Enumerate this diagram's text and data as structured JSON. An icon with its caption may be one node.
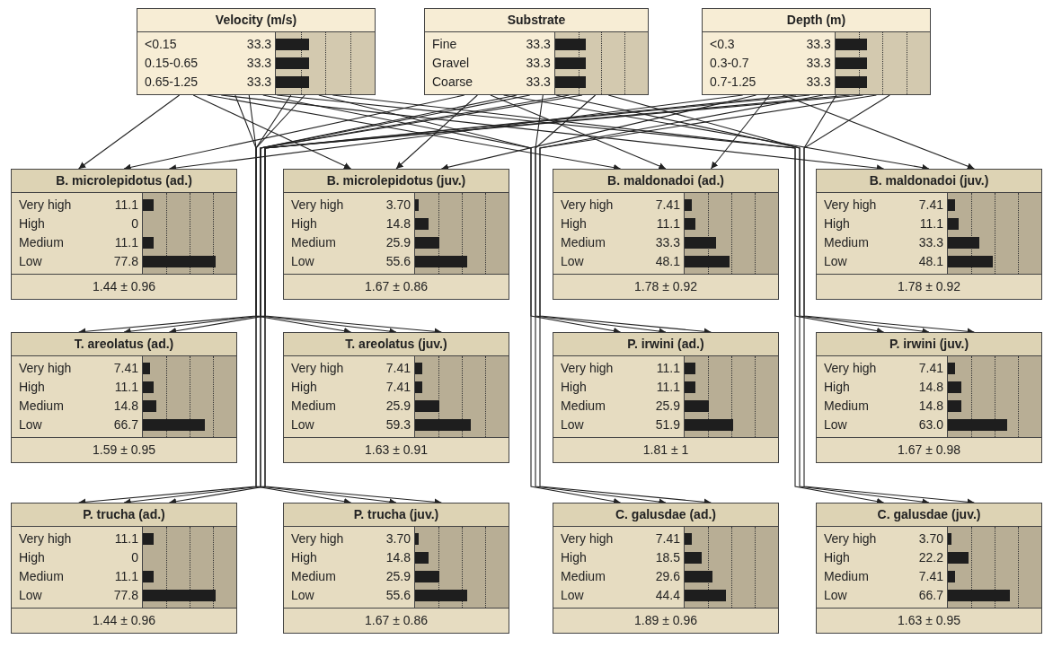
{
  "diagram": {
    "nodes": [
      {
        "text": [
          "Velocity (m/s)",
          "<0.15",
          "33.3",
          "0.15-0.65",
          "33.3",
          "0.65-1.25",
          "33.3"
        ]
      },
      {
        "text": [
          "Substrate",
          "Fine",
          "33.3",
          "Gravel",
          "33.3",
          "Coarse",
          "33.3"
        ]
      },
      {
        "text": [
          "Depth (m)",
          "<0.3",
          "33.3",
          "0.3-0.7",
          "33.3",
          "0.7-1.25",
          "33.3"
        ]
      },
      {
        "text": [
          "B. microlepidotus (ad.)",
          "Very high",
          "11.1",
          "High",
          "0",
          "Medium",
          "11.1",
          "Low",
          "77.8",
          "1.44 ± 0.96"
        ]
      },
      {
        "text": [
          "B. microlepidotus (juv.)",
          "Very high",
          "3.70",
          "High",
          "14.8",
          "Medium",
          "25.9",
          "Low",
          "55.6",
          "1.67 ± 0.86"
        ]
      },
      {
        "text": [
          "B. maldonadoi (ad.)",
          "Very high",
          "7.41",
          "High",
          "11.1",
          "Medium",
          "33.3",
          "Low",
          "48.1",
          "1.78 ± 0.92"
        ]
      },
      {
        "text": [
          "B. maldonadoi (juv.)",
          "Very high",
          "7.41",
          "High",
          "11.1",
          "Medium",
          "33.3",
          "Low",
          "48.1",
          "1.78 ± 0.92"
        ]
      },
      {
        "text": [
          "T. areolatus (ad.)",
          "Very high",
          "7.41",
          "High",
          "11.1",
          "Medium",
          "14.8",
          "Low",
          "66.7",
          "1.59 ± 0.95"
        ]
      },
      {
        "text": [
          "T. areolatus (juv.)",
          "Very high",
          "7.41",
          "High",
          "7.41",
          "Medium",
          "25.9",
          "Low",
          "59.3",
          "1.63 ± 0.91"
        ]
      },
      {
        "text": [
          "P. irwini (ad.)",
          "Very high",
          "11.1",
          "High",
          "11.1",
          "Medium",
          "25.9",
          "Low",
          "51.9",
          "1.81 ± 1"
        ]
      },
      {
        "text": [
          "P. irwini (juv.)",
          "Very high",
          "7.41",
          "High",
          "14.8",
          "Medium",
          "14.8",
          "Low",
          "63.0",
          "1.67 ± 0.98"
        ]
      },
      {
        "text": [
          "P. trucha (ad.)",
          "Very high",
          "11.1",
          "High",
          "0",
          "Medium",
          "11.1",
          "Low",
          "77.8",
          "1.44 ± 0.96"
        ]
      },
      {
        "text": [
          "P. trucha (juv.)",
          "Very high",
          "3.70",
          "High",
          "14.8",
          "Medium",
          "25.9",
          "Low",
          "55.6",
          "1.67 ± 0.86"
        ]
      },
      {
        "text": [
          "C. galusdae (ad.)",
          "Very high",
          "7.41",
          "High",
          "18.5",
          "Medium",
          "29.6",
          "Low",
          "44.4",
          "1.89 ± 0.96"
        ]
      },
      {
        "text": [
          "C. galusdae (juv.)",
          "Very high",
          "3.70",
          "High",
          "22.2",
          "Medium",
          "7.41",
          "Low",
          "66.7",
          "1.63 ± 0.95"
        ]
      }
    ],
    "edges": [
      {
        "from": 0,
        "to": 3,
        "arrow": "to"
      },
      {
        "from": 1,
        "to": 3,
        "arrow": "to"
      },
      {
        "from": 2,
        "to": 3,
        "arrow": "to"
      },
      {
        "from": 0,
        "to": 4,
        "arrow": "to"
      },
      {
        "from": 1,
        "to": 4,
        "arrow": "to"
      },
      {
        "from": 2,
        "to": 4,
        "arrow": "to"
      },
      {
        "from": 0,
        "to": 5,
        "arrow": "to"
      },
      {
        "from": 1,
        "to": 5,
        "arrow": "to"
      },
      {
        "from": 2,
        "to": 5,
        "arrow": "to"
      },
      {
        "from": 0,
        "to": 6,
        "arrow": "to"
      },
      {
        "from": 1,
        "to": 6,
        "arrow": "to"
      },
      {
        "from": 2,
        "to": 6,
        "arrow": "to"
      },
      {
        "from": 0,
        "to": 7,
        "arrow": "to"
      },
      {
        "from": 1,
        "to": 7,
        "arrow": "to"
      },
      {
        "from": 2,
        "to": 7,
        "arrow": "to"
      },
      {
        "from": 0,
        "to": 8,
        "arrow": "to"
      },
      {
        "from": 1,
        "to": 8,
        "arrow": "to"
      },
      {
        "from": 2,
        "to": 8,
        "arrow": "to"
      },
      {
        "from": 0,
        "to": 9,
        "arrow": "to"
      },
      {
        "from": 1,
        "to": 9,
        "arrow": "to"
      },
      {
        "from": 2,
        "to": 9,
        "arrow": "to"
      },
      {
        "from": 0,
        "to": 10,
        "arrow": "to"
      },
      {
        "from": 1,
        "to": 10,
        "arrow": "to"
      },
      {
        "from": 2,
        "to": 10,
        "arrow": "to"
      },
      {
        "from": 0,
        "to": 11,
        "arrow": "to"
      },
      {
        "from": 1,
        "to": 11,
        "arrow": "to"
      },
      {
        "from": 2,
        "to": 11,
        "arrow": "to"
      },
      {
        "from": 0,
        "to": 12,
        "arrow": "to"
      },
      {
        "from": 1,
        "to": 12,
        "arrow": "to"
      },
      {
        "from": 2,
        "to": 12,
        "arrow": "to"
      },
      {
        "from": 0,
        "to": 13,
        "arrow": "to"
      },
      {
        "from": 1,
        "to": 13,
        "arrow": "to"
      },
      {
        "from": 2,
        "to": 13,
        "arrow": "to"
      },
      {
        "from": 0,
        "to": 14,
        "arrow": "to"
      },
      {
        "from": 1,
        "to": 14,
        "arrow": "to"
      },
      {
        "from": 2,
        "to": 14,
        "arrow": "to"
      }
    ]
  }
}
